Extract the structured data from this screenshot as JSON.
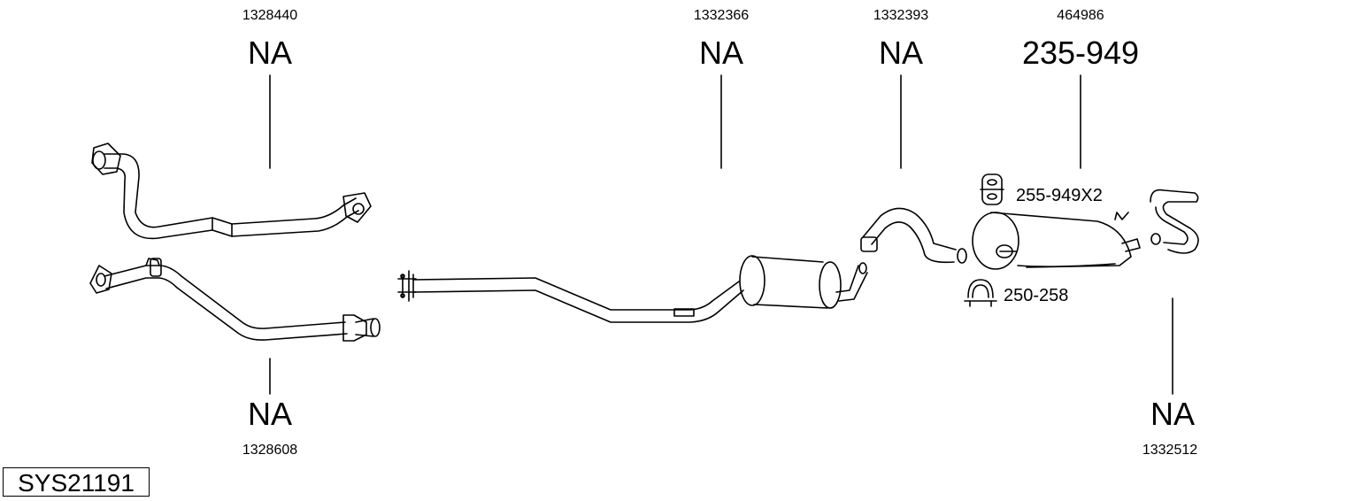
{
  "system_code": "SYS21191",
  "parts": [
    {
      "id": "p1",
      "oem": "1328440",
      "ref": "NA"
    },
    {
      "id": "p2",
      "oem": "1332366",
      "ref": "NA"
    },
    {
      "id": "p3",
      "oem": "1332393",
      "ref": "NA"
    },
    {
      "id": "p4",
      "oem": "464986",
      "ref": "235-949"
    },
    {
      "id": "p5",
      "oem": "1328608",
      "ref": "NA"
    },
    {
      "id": "p6",
      "oem": "1332512",
      "ref": "NA"
    }
  ],
  "accessories": [
    {
      "id": "a1",
      "icon": "rubber-hanger-icon",
      "label": "255-949X2"
    },
    {
      "id": "a2",
      "icon": "u-clamp-icon",
      "label": "250-258"
    }
  ]
}
